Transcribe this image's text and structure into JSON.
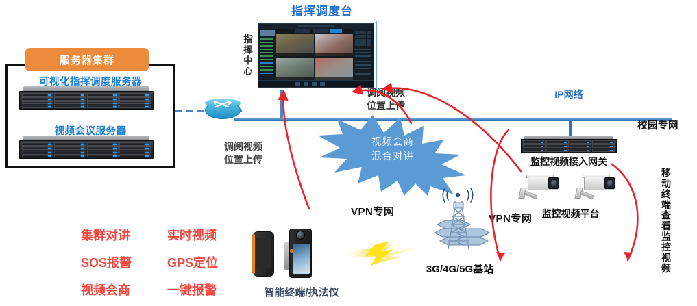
{
  "diagram": {
    "title": "指挥调度台"
  },
  "cluster": {
    "badge": "服务器集群",
    "servers": [
      {
        "label": "可视化指挥调度服务器"
      },
      {
        "label": "视频会议服务器"
      }
    ]
  },
  "console": {
    "title": "指挥调度台",
    "vertical_label": "指挥中心"
  },
  "network": {
    "ip_label": "IP网络",
    "campus_label": "校园专网",
    "router_label": "调阅视频\n位置上传",
    "router_label_line1": "调阅视频",
    "router_label_line2": "位置上传",
    "upload_label_line1": "调阅视频",
    "upload_label_line2": "位置上传",
    "vpn_left": "VPN专网",
    "vpn_right": "VPN专网",
    "base_station": "3G/4G/5G基站"
  },
  "burst": {
    "line1": "视频会商",
    "line2": "混合对讲"
  },
  "right_side": {
    "gateway_label": "监控视频接入网关",
    "camera_platform_label": "监控视频平台",
    "mobile_vertical_label": "移动终端查看监控视频"
  },
  "terminal": {
    "label": "智能终端/执法仪"
  },
  "features": [
    "集群对讲",
    "实时视频",
    "SOS报警",
    "GPS定位",
    "视频会商",
    "一键报警"
  ],
  "colors": {
    "orange_badge": "#ED8B3C",
    "blue_title": "#1F6FD0",
    "bus_blue": "#2F6FB5",
    "burst_fill": "#5B9BD5",
    "red_arrow": "#E8232A",
    "red_text": "#F4473F"
  }
}
